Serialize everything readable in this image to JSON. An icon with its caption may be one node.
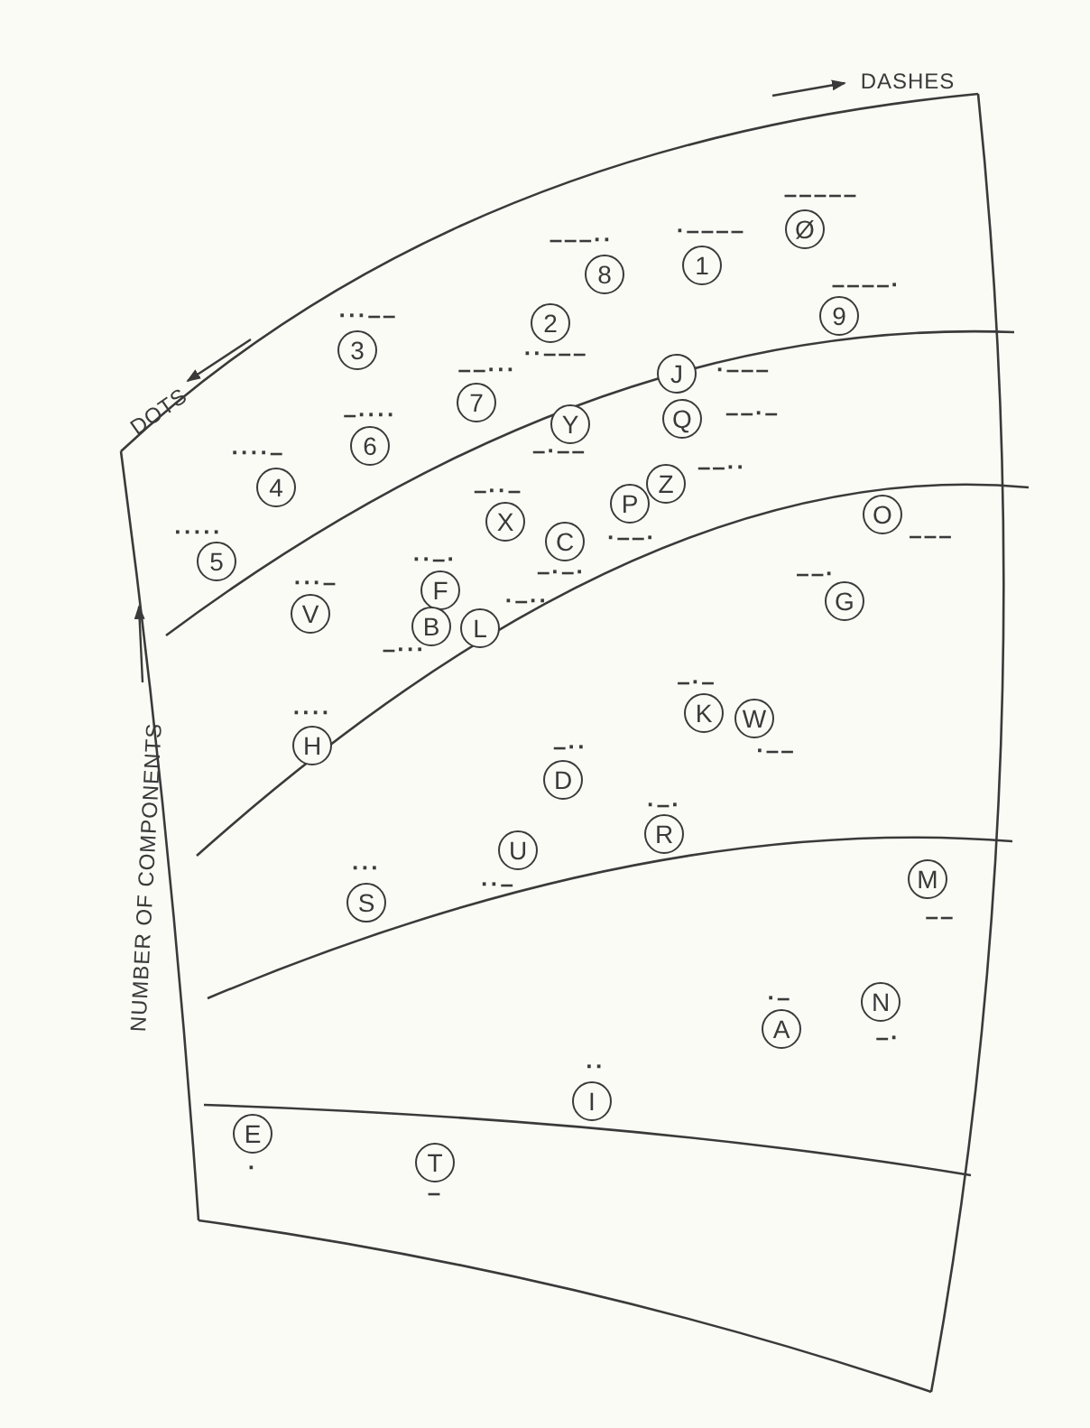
{
  "diagram": {
    "nodes": [
      {
        "text": [
          "9"
        ],
        "beside": [
          "––––·"
        ]
      },
      {
        "text": [
          "2"
        ],
        "beside": [
          "··–––"
        ]
      },
      {
        "text": [
          "Ø"
        ],
        "beside": [
          "–––––"
        ]
      },
      {
        "text": [
          "3"
        ],
        "beside": [
          "···––"
        ]
      },
      {
        "text": [
          "1"
        ],
        "beside": [
          "·––––"
        ]
      },
      {
        "text": [
          "J"
        ],
        "beside": [
          "·–––"
        ]
      },
      {
        "text": [
          "8"
        ],
        "beside": [
          "–––··"
        ]
      },
      {
        "text": [
          "7"
        ],
        "beside": [
          "––···"
        ]
      },
      {
        "text": [
          "Q"
        ],
        "beside": [
          "––·–"
        ]
      },
      {
        "text": [
          "Y"
        ],
        "beside": [
          "–·––"
        ]
      },
      {
        "text": [
          "6"
        ],
        "beside": [
          "–····"
        ]
      },
      {
        "text": [
          "Z"
        ],
        "beside": [
          "––··"
        ]
      },
      {
        "text": [
          "4"
        ],
        "beside": [
          "····–"
        ]
      },
      {
        "text": [
          "P"
        ],
        "beside": [
          "·––·"
        ]
      },
      {
        "text": [
          "O"
        ],
        "beside": [
          "–––"
        ]
      },
      {
        "text": [
          "X"
        ],
        "beside": [
          "–··–"
        ]
      },
      {
        "text": [
          "C"
        ],
        "beside": [
          "–·–·"
        ]
      },
      {
        "text": [
          "5"
        ],
        "beside": [
          "·····"
        ]
      },
      {
        "text": [
          "F"
        ],
        "beside": [
          "··–·"
        ]
      },
      {
        "text": [
          "G"
        ],
        "beside": [
          "––·"
        ]
      },
      {
        "text": [
          "V"
        ],
        "beside": [
          "···–"
        ]
      },
      {
        "text": [
          "B"
        ],
        "beside": [
          "–···"
        ]
      },
      {
        "text": [
          "L"
        ],
        "beside": [
          "·–··"
        ]
      },
      {
        "text": [
          "K"
        ],
        "beside": [
          "–·–"
        ]
      },
      {
        "text": [
          "W"
        ],
        "beside": [
          "·––"
        ]
      },
      {
        "text": [
          "H"
        ],
        "beside": [
          "····"
        ]
      },
      {
        "text": [
          "D"
        ],
        "beside": [
          "–··"
        ]
      },
      {
        "text": [
          "R"
        ],
        "beside": [
          "·–·"
        ]
      },
      {
        "text": [
          "U"
        ],
        "beside": [
          "··–"
        ]
      },
      {
        "text": [
          "M"
        ],
        "beside": [
          "––"
        ]
      },
      {
        "text": [
          "S"
        ],
        "beside": [
          "···"
        ]
      },
      {
        "text": [
          "N"
        ],
        "beside": [
          "–·"
        ]
      },
      {
        "text": [
          "A"
        ],
        "beside": [
          "·–"
        ]
      },
      {
        "text": [
          "I"
        ],
        "beside": [
          "··"
        ]
      },
      {
        "text": [
          "E"
        ],
        "beside": [
          "·"
        ]
      },
      {
        "text": [
          "T"
        ],
        "beside": [
          "–"
        ]
      }
    ],
    "labels": [
      "DASHES",
      "DOTS",
      "NUMBER OF COMPONENTS"
    ]
  }
}
